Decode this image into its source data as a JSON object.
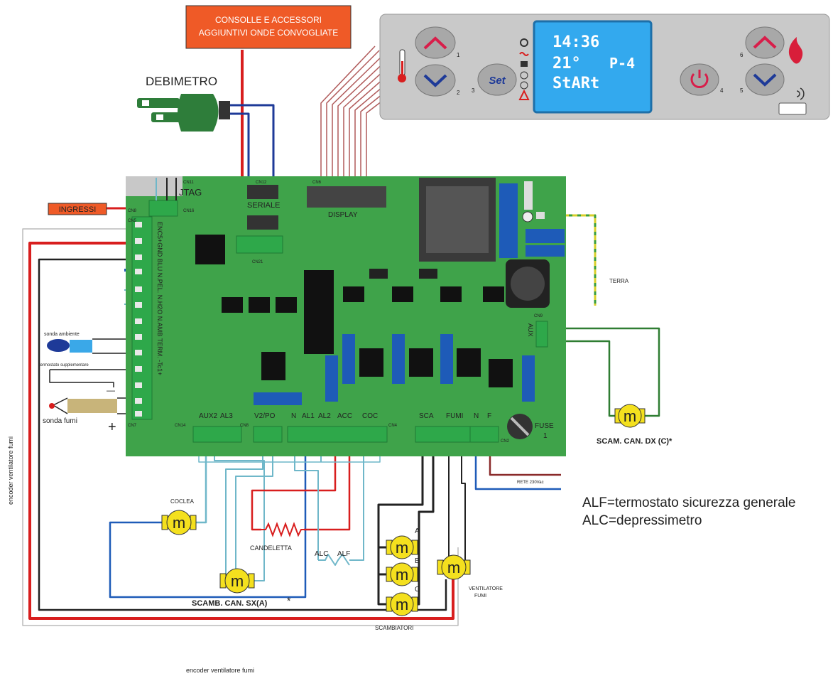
{
  "callouts": {
    "consolle": [
      "CONSOLLE E ACCESSORI",
      "AGGIUNTIVI ONDE CONVOGLIATE"
    ],
    "debimetro": "DEBIMETRO",
    "ingressi": "INGRESSI"
  },
  "panel": {
    "time": "14:36",
    "temp": "21°",
    "program": "P-4",
    "state": "StARt",
    "set_label": "Set",
    "button_numbers": [
      "1",
      "2",
      "3",
      "4",
      "5",
      "6"
    ]
  },
  "board": {
    "labels": {
      "jtag": "JTAG",
      "seriale": "SERIALE",
      "display": "DISPLAY",
      "aux": "AUX",
      "fuse": "FUSE",
      "fuse_num": "1",
      "pin_strip": "ENC5+GND BLU N.PEL. N.H2O N.AMB TERM. -Tc1+"
    },
    "connectors": [
      "AUX2",
      "AL3",
      "V2/PO",
      "N",
      "AL1",
      "AL2",
      "ACC",
      "COC",
      "SCA",
      "FUMI",
      "N",
      "F"
    ],
    "connector_ids": [
      "CN11",
      "CN16",
      "CN12",
      "CN6",
      "CN21",
      "CN8",
      "CN9",
      "CN14",
      "CN4",
      "CN7",
      "CN8",
      "CN2",
      "CN5"
    ]
  },
  "components": {
    "terra": "TERRA",
    "sonda_ambiente": "sonda ambiente",
    "termostato": "termostato supplementare",
    "sonda_fumi": "sonda fumi",
    "minus": "—",
    "plus": "+",
    "coclea": "COCLEA",
    "candeletta": "CANDELETTA",
    "alc": "ALC",
    "alf": "ALF",
    "scamb_sx": "SCAMB. CAN. SX(A)",
    "scam_dx": "SCAM. CAN. DX (C)*",
    "scambiatori": "SCAMBIATORI",
    "scamb_letters": [
      "A",
      "B",
      "C"
    ],
    "ventilatore": [
      "VENTILATORE",
      "FUMI"
    ],
    "rete": "RETE 230Vac",
    "encoder": "encoder ventilatore fumi",
    "motor_letter": "m",
    "asterisk": "*"
  },
  "legend": [
    "ALF=termostato sicurezza generale",
    "ALC=depressimetro"
  ],
  "colors": {
    "board": "#3fa34a",
    "panel": "#c9c9c9",
    "lcd": "#33a9ee",
    "callout": "#ef5a27",
    "motor": "#f4e01e",
    "wire_red": "#d81e1e",
    "wire_blue": "#1e5bb8",
    "wire_lightblue": "#6fb7c9",
    "wire_dark": "#222222",
    "wire_green": "#2f7d32",
    "terminal": "#2ea84a"
  }
}
